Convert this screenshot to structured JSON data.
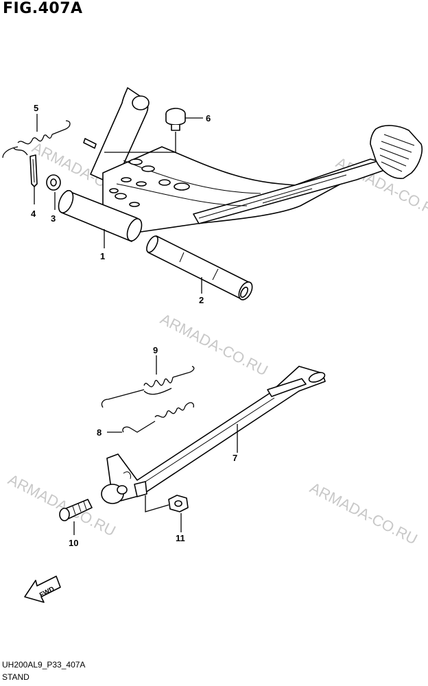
{
  "figure": {
    "title": "FIG.407A",
    "code": "UH200AL9_P33_407A",
    "name": "STAND"
  },
  "watermark": "ARMADA-CO.RU",
  "fwd_label": "FWD",
  "callouts": [
    "1",
    "2",
    "3",
    "4",
    "5",
    "6",
    "7",
    "8",
    "9",
    "10",
    "11"
  ]
}
